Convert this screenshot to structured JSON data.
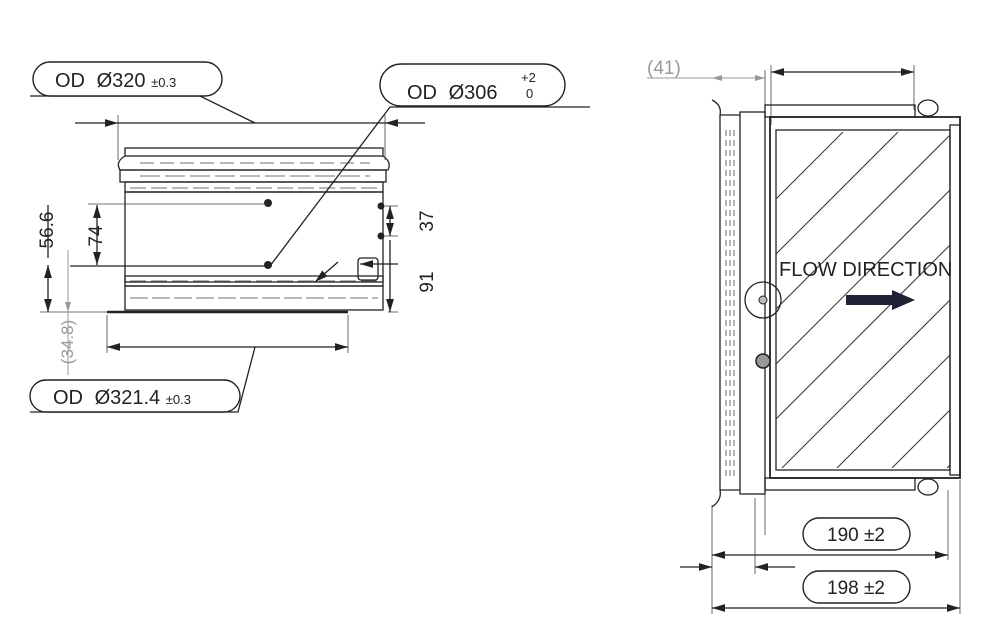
{
  "left_view": {
    "callout_top": {
      "prefix": "OD",
      "symbol": "Ø",
      "value": "320",
      "tol": "±0.3"
    },
    "callout_right": {
      "prefix": "OD",
      "symbol": "Ø",
      "value": "306",
      "tol_upper": "+2",
      "tol_lower": "0"
    },
    "callout_bottom": {
      "prefix": "OD",
      "symbol": "Ø",
      "value": "321.4",
      "tol": "±0.3"
    },
    "dim_74": "74",
    "dim_56_6": "56.6",
    "dim_34_8": "(34.8)",
    "dim_37": "37",
    "dim_91": "91"
  },
  "right_view": {
    "dim_41": "(41)",
    "flow_label": "FLOW DIRECTION",
    "dim_190": "190 ±2",
    "dim_198": "198 ±2"
  }
}
